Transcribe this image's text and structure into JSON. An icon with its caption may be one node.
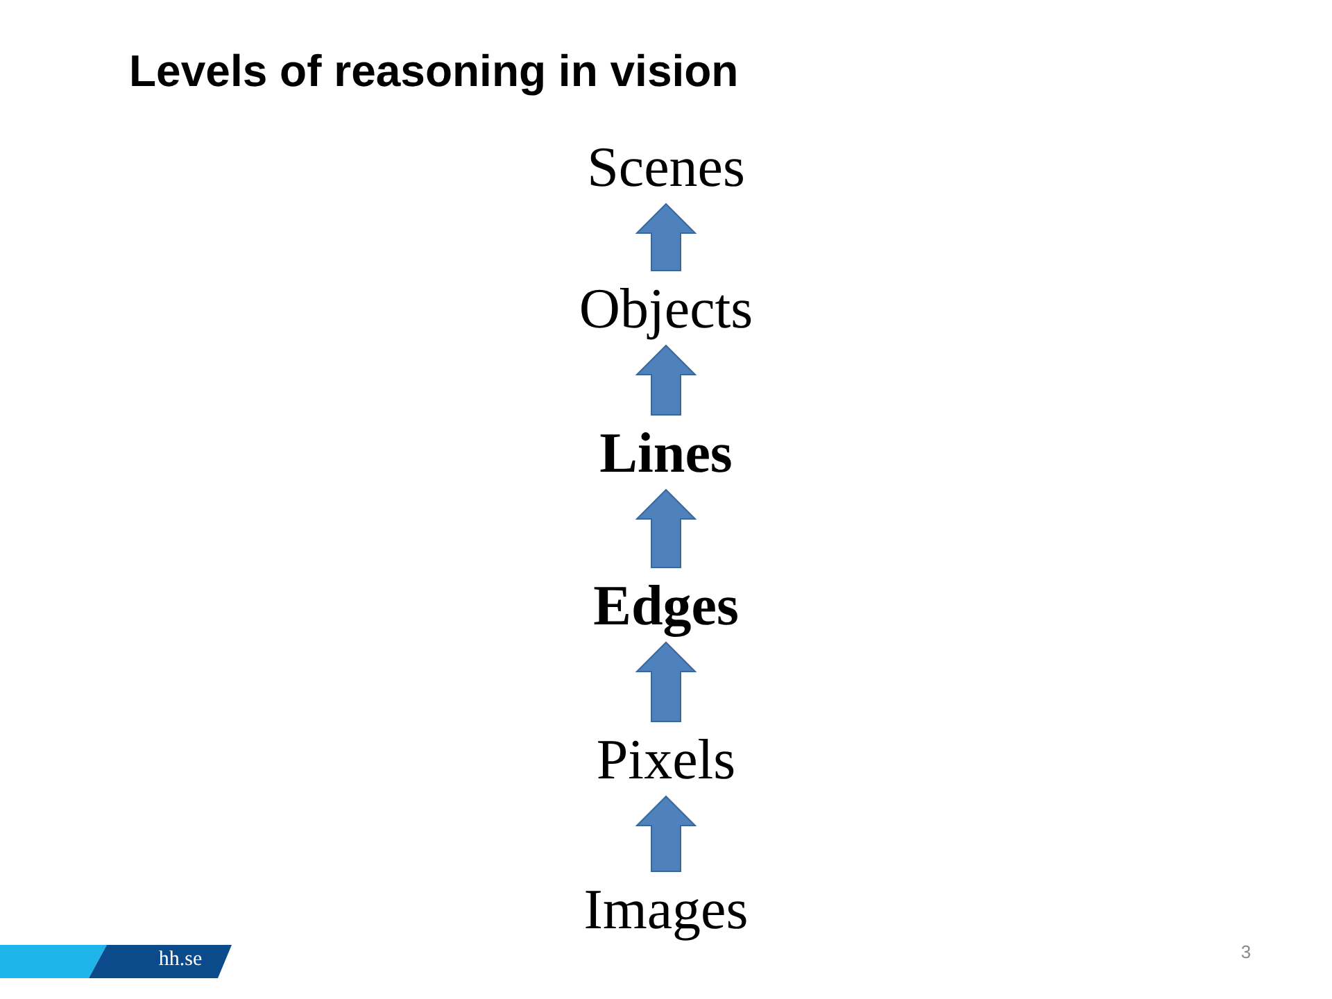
{
  "diagram": {
    "title": "Levels of reasoning in vision",
    "nodes": [
      {
        "text": [
          "Scenes"
        ]
      },
      {
        "text": [
          "Objects"
        ]
      },
      {
        "text": [
          "Lines"
        ]
      },
      {
        "text": [
          "Edges"
        ]
      },
      {
        "text": [
          "Pixels"
        ]
      },
      {
        "text": [
          "Images"
        ]
      }
    ],
    "edges": [
      {
        "from": 1,
        "to": 0,
        "arrow": "to"
      },
      {
        "from": 2,
        "to": 1,
        "arrow": "to"
      },
      {
        "from": 3,
        "to": 2,
        "arrow": "to"
      },
      {
        "from": 4,
        "to": 3,
        "arrow": "to"
      },
      {
        "from": 5,
        "to": 4,
        "arrow": "to"
      }
    ],
    "labels": [
      "hh.se",
      "3"
    ]
  }
}
